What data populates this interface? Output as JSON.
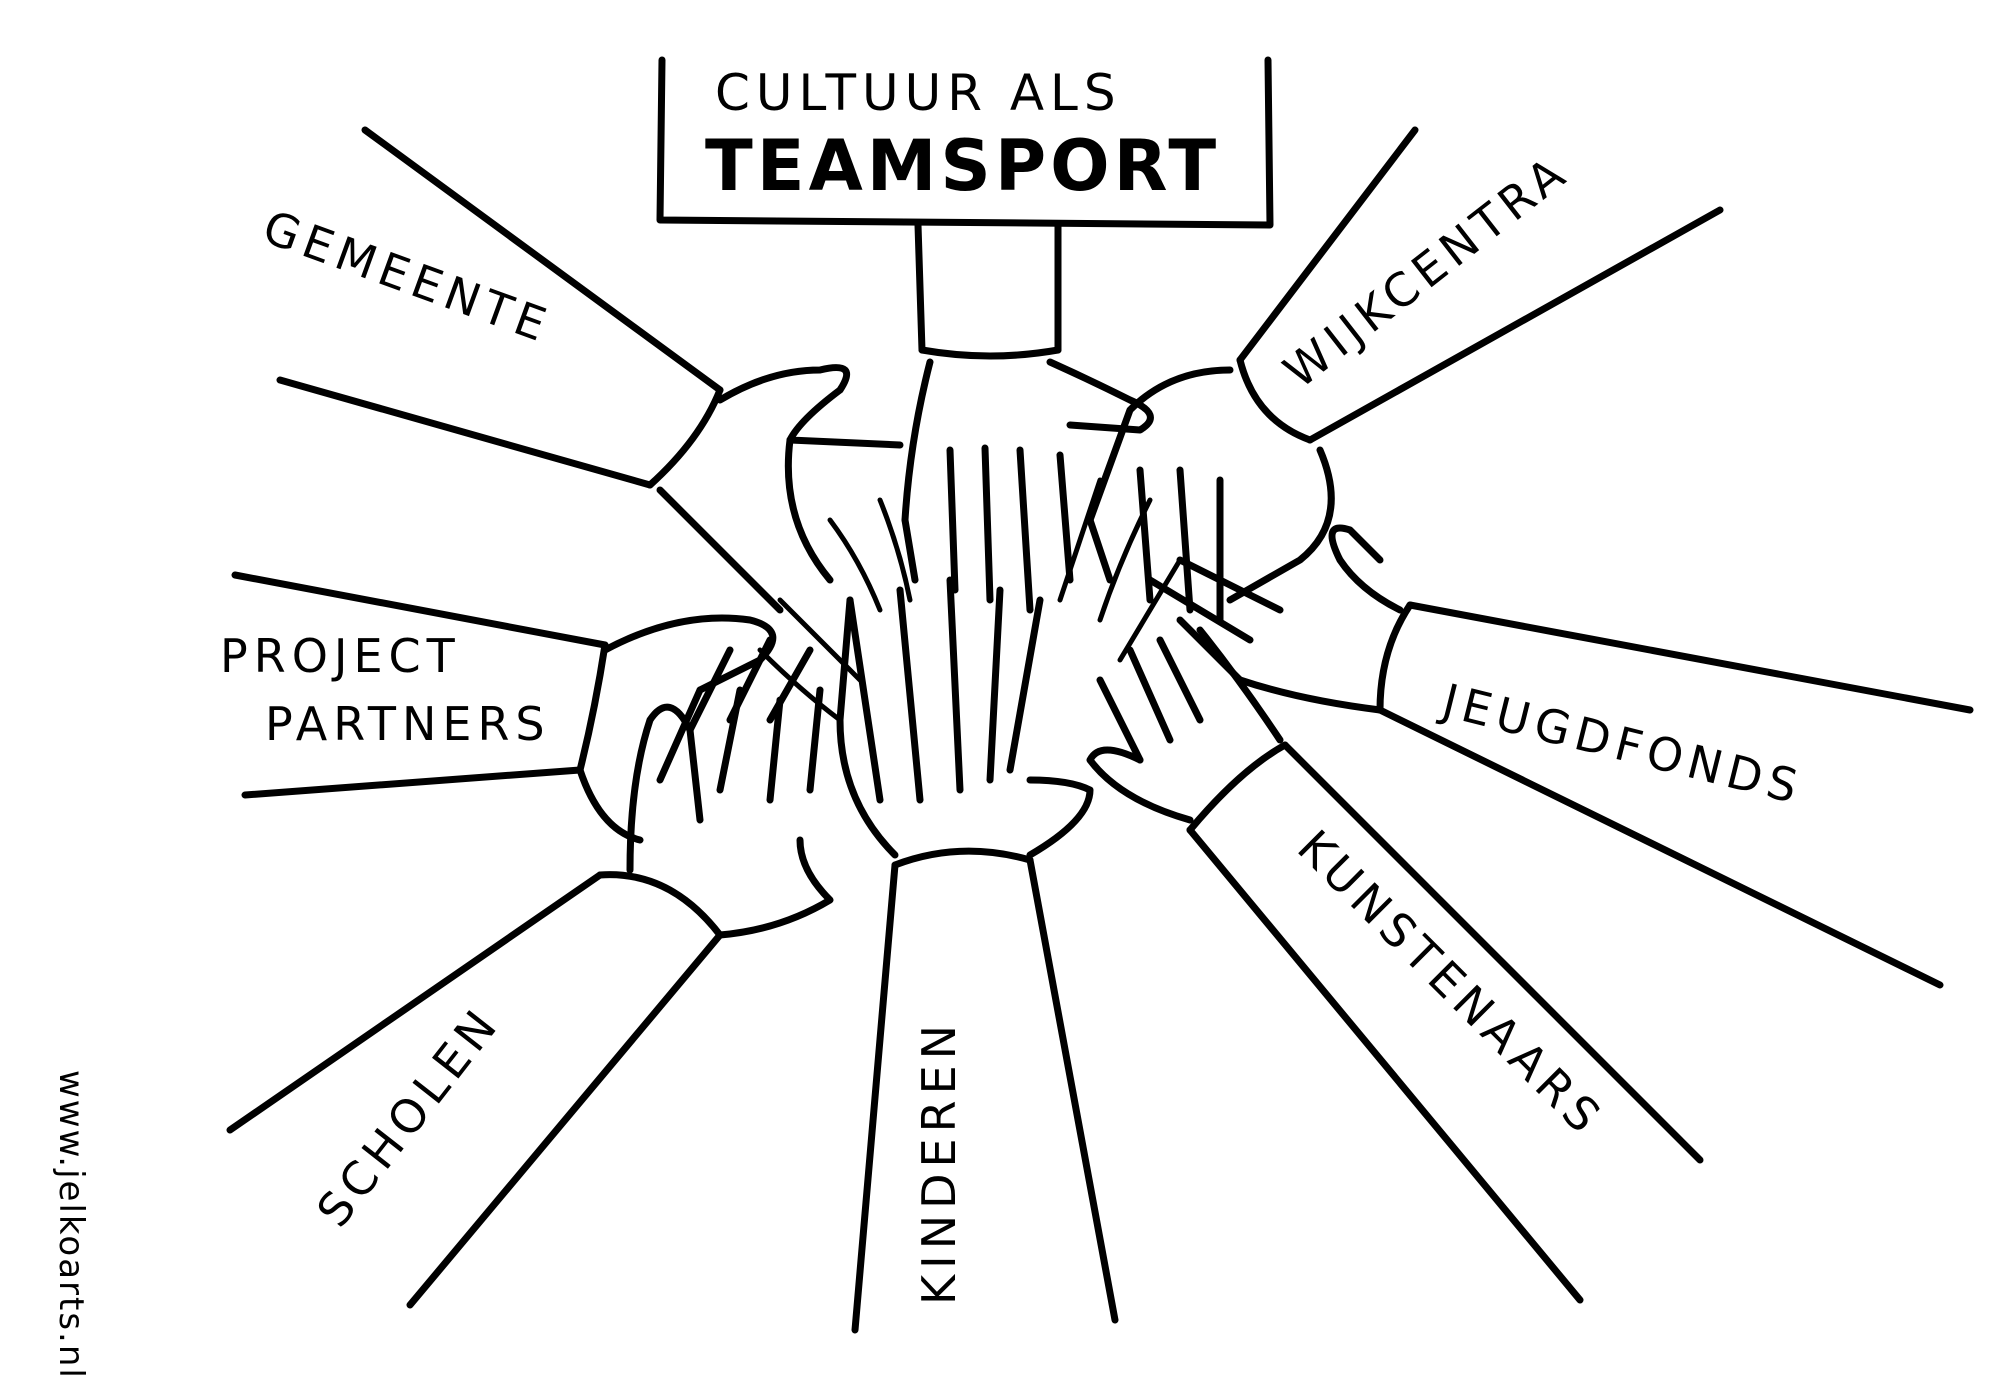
{
  "sign": {
    "line1": "CULTUUR ALS",
    "line2": "TEAMSPORT"
  },
  "labels": {
    "gemeente": "GEMEENTE",
    "wijkcentra": "WIJKCENTRA",
    "project": "PROJECT",
    "partners": "PARTNERS",
    "jeugdfonds": "JEUGDFONDS",
    "scholen": "SCHOLEN",
    "kinderen": "KINDEREN",
    "kunstenaars": "KUNSTENAARS"
  },
  "watermark": "www.jelkoarts.nl"
}
